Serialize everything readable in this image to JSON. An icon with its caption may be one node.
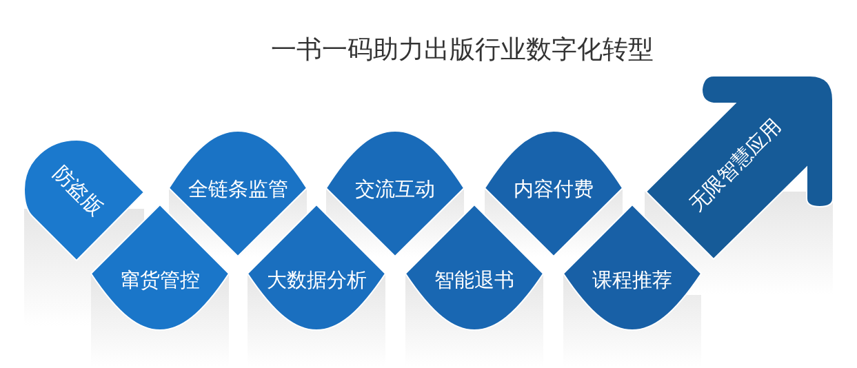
{
  "diagram": {
    "title": "一书一码助力出版行业数字化转型",
    "nodes": [
      {
        "text": [
          "防盗版"
        ]
      },
      {
        "text": [
          "窜货管控"
        ]
      },
      {
        "text": [
          "全链条监管"
        ]
      },
      {
        "text": [
          "大数据分析"
        ]
      },
      {
        "text": [
          "交流互动"
        ]
      },
      {
        "text": [
          "智能退书"
        ]
      },
      {
        "text": [
          "内容付费"
        ]
      },
      {
        "text": [
          "课程推荐"
        ]
      },
      {
        "text": [
          "无限智慧应用"
        ]
      }
    ]
  }
}
